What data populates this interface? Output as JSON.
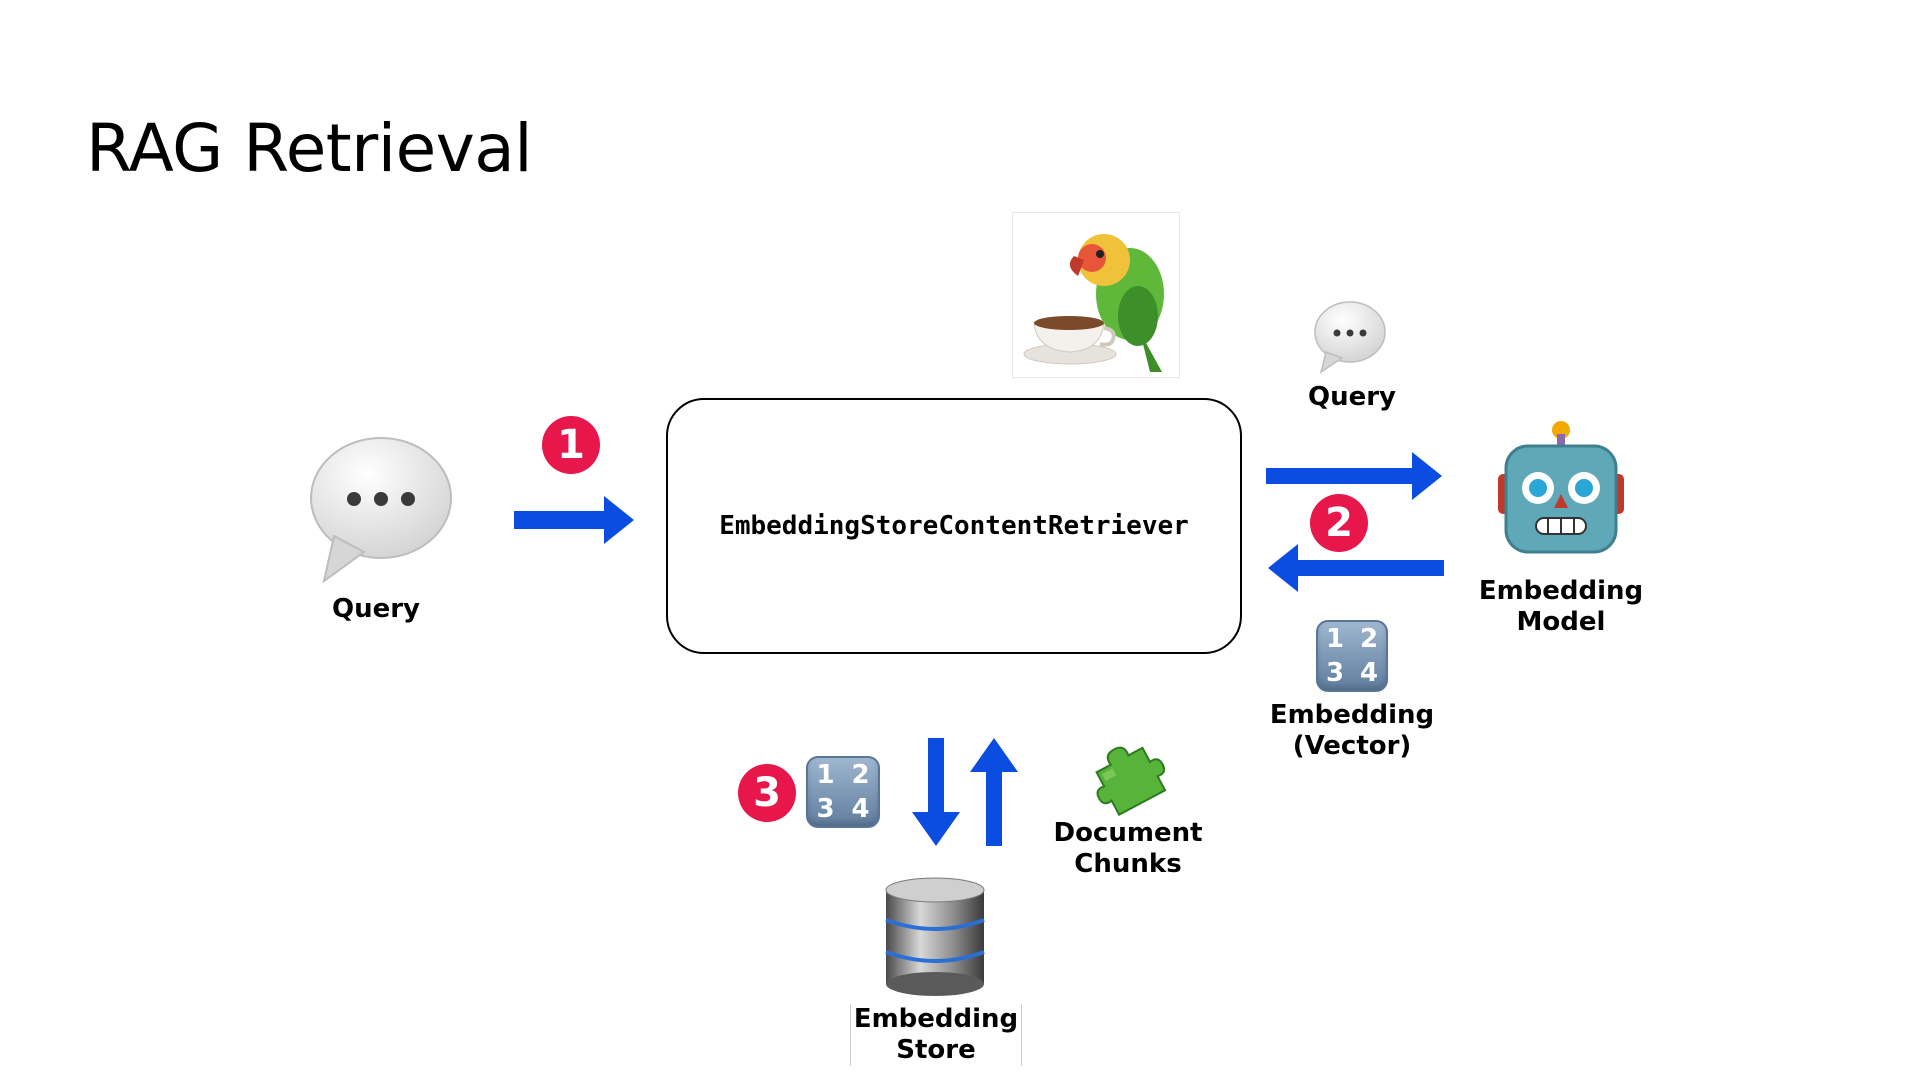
{
  "title": "RAG Retrieval",
  "retriever": {
    "label": "EmbeddingStoreContentRetriever"
  },
  "steps": {
    "one": "1",
    "two": "2",
    "three": "3"
  },
  "query_left": {
    "label": "Query"
  },
  "query_right": {
    "label": "Query"
  },
  "embedding_model": {
    "label": "Embedding\nModel"
  },
  "embedding_vector": {
    "label": "Embedding\n(Vector)"
  },
  "document_chunks": {
    "label": "Document\nChunks"
  },
  "embedding_store": {
    "label": "Embedding\nStore"
  },
  "tile_digits": {
    "d1": "1",
    "d2": "2",
    "d3": "3",
    "d4": "4"
  },
  "colors": {
    "arrow": "#0b4de0",
    "badge": "#e8174b",
    "text": "#000000",
    "background": "#ffffff"
  },
  "icons": [
    "speech-bubble-icon",
    "parrot-coffee-logo",
    "robot-icon",
    "numbers-tile-icon",
    "puzzle-piece-icon",
    "database-icon",
    "arrow-right-icon",
    "arrow-left-icon",
    "arrow-down-icon",
    "arrow-up-icon"
  ]
}
